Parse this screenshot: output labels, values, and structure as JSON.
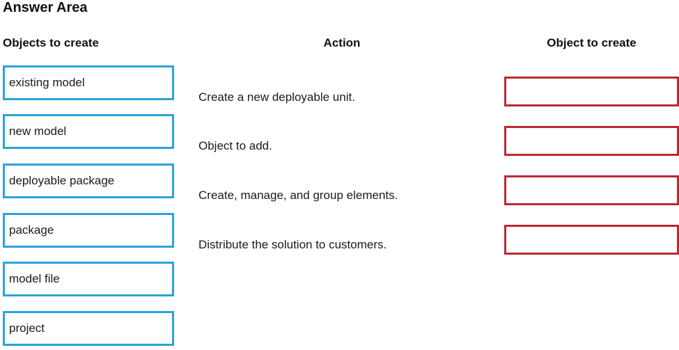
{
  "page": {
    "title": "Answer Area"
  },
  "headers": {
    "source": "Objects to create",
    "action": "Action",
    "target": "Object to create"
  },
  "source_items": [
    "existing model",
    "new model",
    "deployable package",
    "package",
    "model file",
    "project"
  ],
  "rows": [
    {
      "action": "Create a new deployable unit.",
      "target_value": ""
    },
    {
      "action": "Object to add.",
      "target_value": ""
    },
    {
      "action": "Create, manage, and group elements.",
      "target_value": ""
    },
    {
      "action": "Distribute the solution to customers.",
      "target_value": ""
    }
  ],
  "colors": {
    "source_box_border": "#2ba2db",
    "target_box_border": "#be2830",
    "text": "#1a1a1a"
  }
}
